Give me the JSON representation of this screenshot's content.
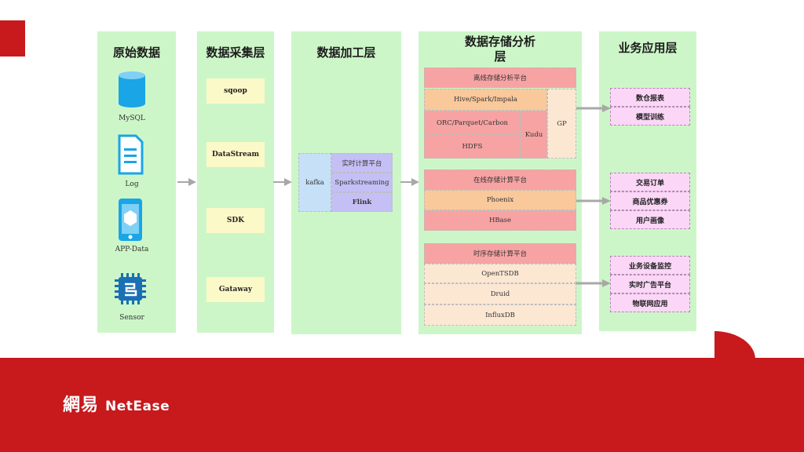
{
  "columns": {
    "source": "原始数据",
    "collect": "数据采集层",
    "process": "数据加工层",
    "storage": "数据存储分析\n层",
    "app": "业务应用层"
  },
  "sources": [
    {
      "label": "MySQL",
      "icon": "database-icon"
    },
    {
      "label": "Log",
      "icon": "document-icon"
    },
    {
      "label": "APP-Data",
      "icon": "mobile-app-icon"
    },
    {
      "label": "Sensor",
      "icon": "chip-icon"
    }
  ],
  "collectors": [
    "sqoop",
    "DataStream",
    "SDK",
    "Gataway"
  ],
  "processing": {
    "kafka": "kafka",
    "realtime": "实时计算平台",
    "spark_streaming": "Sparkstreaming",
    "flink": "Flink"
  },
  "storage": {
    "offline": {
      "title": "离线存储分析平台",
      "engines": "Hive/Spark/Impala",
      "formats": "ORC/Parquet/Carbon",
      "hdfs": "HDFS",
      "kudu": "Kudu",
      "gp": "GP"
    },
    "online": {
      "title": "在线存储计算平台",
      "phoenix": "Phoenix",
      "hbase": "HBase"
    },
    "timeseries": {
      "title": "时序存储计算平台",
      "items": [
        "OpenTSDB",
        "Druid",
        "InfluxDB"
      ]
    }
  },
  "applications": {
    "group1": [
      "数仓报表",
      "模型训练"
    ],
    "group2": [
      "交易订单",
      "商品优惠券",
      "用户画像"
    ],
    "group3": [
      "业务设备监控",
      "实时广告平台",
      "物联网应用"
    ]
  },
  "brand": {
    "cn": "網易",
    "en": "NetEase"
  },
  "colors": {
    "column_bg": "#cdf6c8",
    "brand_red": "#c8191c",
    "icon_blue": "#1aa5e6",
    "arrow_gray": "#a8a8a8"
  }
}
